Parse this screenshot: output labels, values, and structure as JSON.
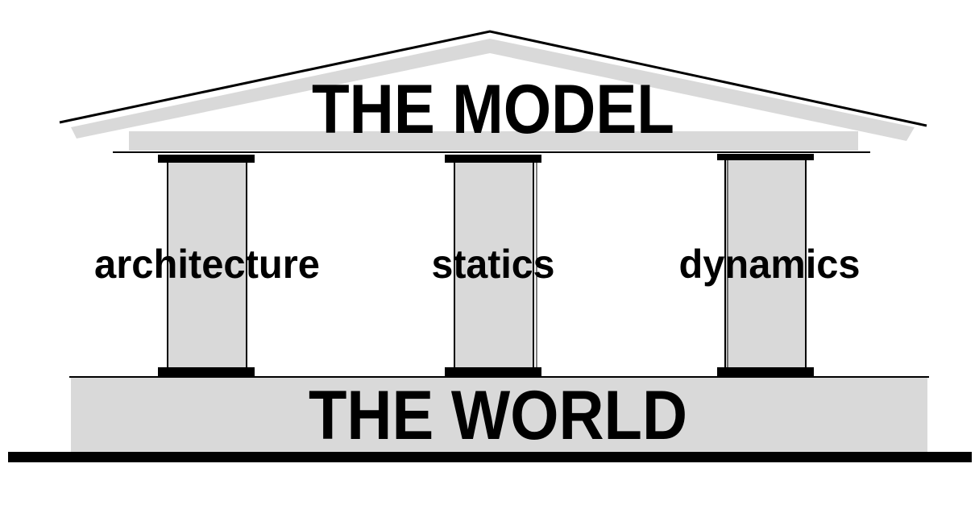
{
  "diagram": {
    "roof_title": "THE MODEL",
    "base_title": "THE WORLD",
    "pillars": [
      {
        "label": "architecture"
      },
      {
        "label": "statics"
      },
      {
        "label": "dynamics"
      }
    ]
  },
  "colors": {
    "fill_gray": "#d9d9d9",
    "stroke": "#000000",
    "background": "#ffffff"
  }
}
